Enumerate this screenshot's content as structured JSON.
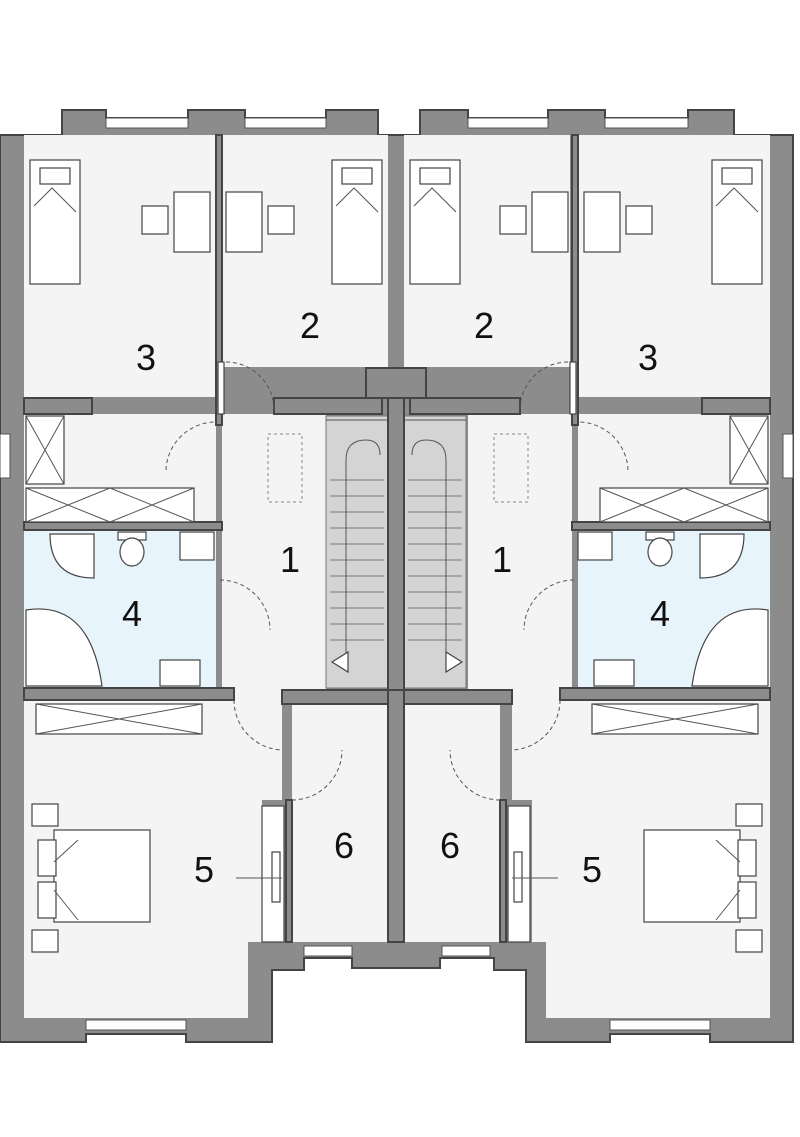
{
  "colors": {
    "wall": "#8c8c8c",
    "floor": "#f4f4f4",
    "bathroom": "#e8f4fb",
    "stair": "#d4d4d4",
    "furniture": "#ffffff"
  },
  "rooms": [
    {
      "label": "3"
    },
    {
      "label": "2"
    },
    {
      "label": "2"
    },
    {
      "label": "3"
    },
    {
      "label": "1"
    },
    {
      "label": "1"
    },
    {
      "label": "4"
    },
    {
      "label": "4"
    },
    {
      "label": "5"
    },
    {
      "label": "6"
    },
    {
      "label": "6"
    },
    {
      "label": "5"
    }
  ]
}
